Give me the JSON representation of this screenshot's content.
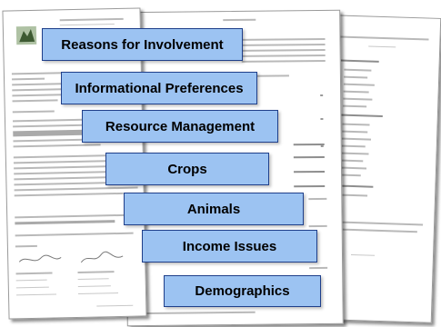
{
  "labels": {
    "reasons": "Reasons for Involvement",
    "informational": "Informational Preferences",
    "resource": "Resource Management",
    "crops": "Crops",
    "animals": "Animals",
    "income": "Income Issues",
    "demographics": "Demographics"
  },
  "colors": {
    "box_fill": "#9cc3f2",
    "box_border": "#1f3f8a",
    "page_bg": "#ffffff",
    "page_border": "#9a9a9a"
  }
}
